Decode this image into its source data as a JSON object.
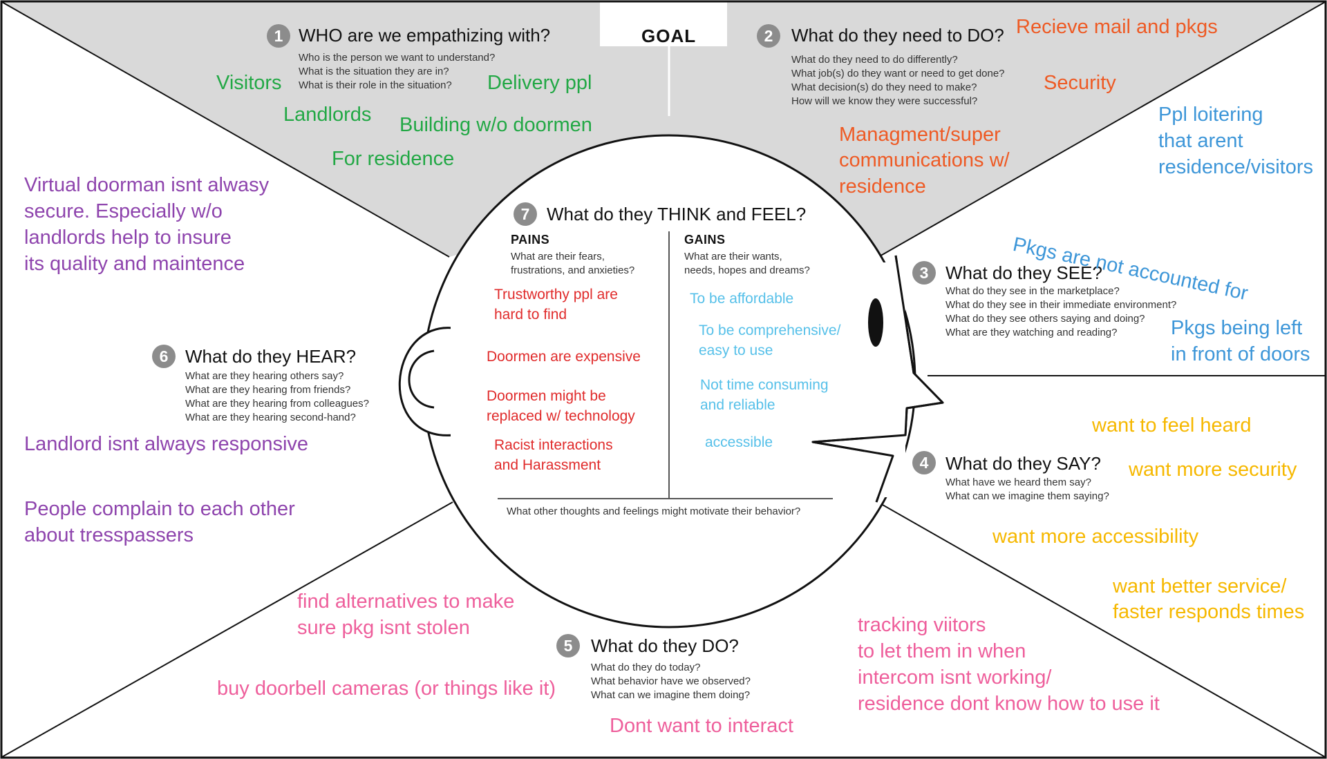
{
  "goal": "GOAL",
  "who": {
    "number": "1",
    "title": "WHO are we empathizing with?",
    "subs": [
      "Who is the person we want to understand?",
      "What is the situation they are in?",
      "What is their role in the situation?"
    ],
    "notes": [
      "Visitors",
      "Delivery ppl",
      "Landlords",
      "Building w/o doormen",
      "For residence"
    ]
  },
  "do_need": {
    "number": "2",
    "title": "What do they need to DO?",
    "subs": [
      "What do they need to do differently?",
      "What job(s) do they want or need to get done?",
      "What decision(s) do they need to make?",
      "How will we know they were successful?"
    ],
    "notes": [
      "Recieve mail and pkgs",
      "Security",
      "Managment/super",
      "communications w/",
      "residence"
    ]
  },
  "see": {
    "number": "3",
    "title": "What do they SEE?",
    "subs": [
      "What do they see in the marketplace?",
      "What do they see in their immediate environment?",
      "What do they see others saying and doing?",
      "What are they watching and reading?"
    ],
    "notes": [
      "Ppl loitering",
      "that arent",
      "residence/visitors",
      "Pkgs are not accounted for",
      "Pkgs being left",
      "in front of doors"
    ]
  },
  "say": {
    "number": "4",
    "title": "What do they SAY?",
    "subs": [
      "What have we heard them say?",
      "What can we imagine them saying?"
    ],
    "notes": [
      "want to feel heard",
      "want more security",
      "want more accessibility",
      "want better service/",
      "faster responds times"
    ]
  },
  "doing": {
    "number": "5",
    "title": "What do they DO?",
    "subs": [
      "What do they do today?",
      "What behavior have we observed?",
      "What can we imagine them doing?"
    ],
    "notes": [
      "find alternatives to make",
      "sure pkg isnt stolen",
      "buy doorbell cameras (or things like it)",
      "Dont want to interact",
      "tracking viitors",
      "to let them in when",
      "intercom isnt working/",
      "residence dont know how to use it"
    ]
  },
  "hear": {
    "number": "6",
    "title": "What do they HEAR?",
    "subs": [
      "What are they hearing others say?",
      "What are they hearing from friends?",
      "What are they hearing from colleagues?",
      "What are they hearing second-hand?"
    ],
    "notes": [
      "Virtual doorman isnt alwasy",
      "secure.  Especially w/o",
      "landlords help to insure",
      "its quality and maintence",
      "Landlord isnt always responsive",
      "People complain to each other",
      "about tresspassers"
    ]
  },
  "think": {
    "number": "7",
    "title": "What do they THINK and FEEL?",
    "pains_label": "PAINS",
    "pains_subs": [
      "What are their fears,",
      "frustrations, and anxieties?"
    ],
    "pains": [
      "Trustworthy ppl are",
      "hard to find",
      "Doormen are expensive",
      "Doormen might be",
      "replaced w/ technology",
      "Racist interactions",
      "and Harassment"
    ],
    "gains_label": "GAINS",
    "gains_subs": [
      "What are their wants,",
      "needs, hopes and dreams?"
    ],
    "gains": [
      "To be affordable",
      "To be comprehensive/",
      "easy to use",
      "Not time consuming",
      "and reliable",
      "accessible"
    ],
    "footer": "What other thoughts and feelings might motivate their behavior?"
  },
  "colors": {
    "who_notes": "#22a845",
    "need_notes": "#ee5a24",
    "see_notes": "#3d96d8",
    "hear_notes": "#8e44ad",
    "say_notes": "#f6b800",
    "do_notes": "#ee5e9b",
    "pains": "#e02b2b",
    "gains": "#56c0e9",
    "top_fill": "#d9d9d9"
  }
}
